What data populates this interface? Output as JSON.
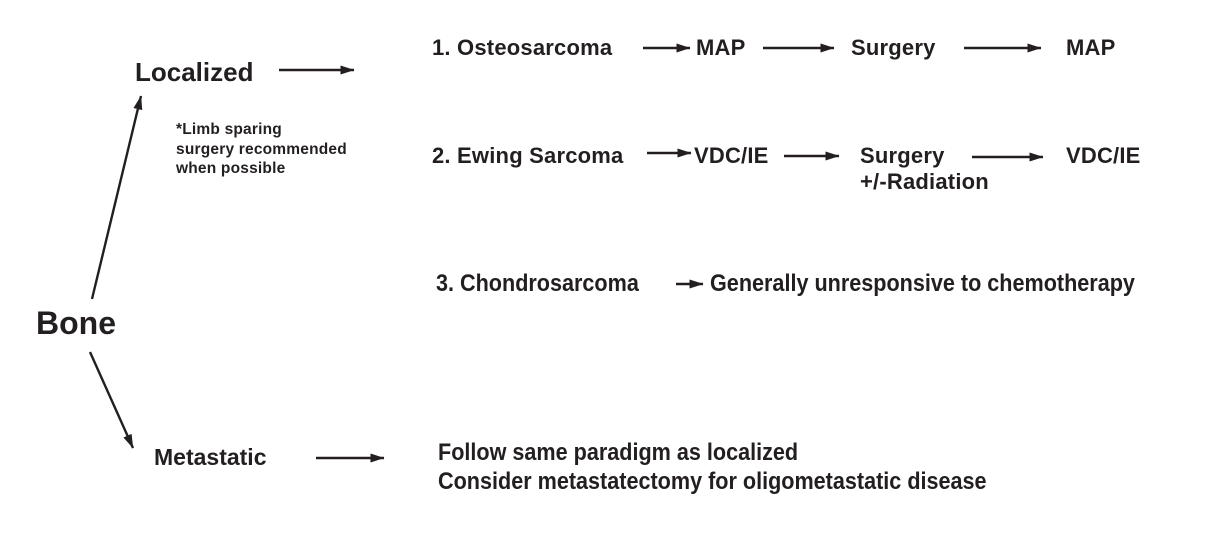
{
  "colors": {
    "text": "#231f20",
    "background": "#ffffff"
  },
  "flowchart": {
    "root_label": "Bone",
    "localized": {
      "label": "Localized",
      "note": {
        "line1": "*Limb sparing",
        "line2": "surgery recommended",
        "line3": "when possible"
      },
      "pathways": {
        "osteosarcoma": {
          "name": "1. Osteosarcoma",
          "step1": "MAP",
          "step2": "Surgery",
          "step3": "MAP"
        },
        "ewing": {
          "name": "2. Ewing Sarcoma",
          "step1": "VDC/IE",
          "step2_line1": "Surgery",
          "step2_line2": "+/-Radiation",
          "step3": "VDC/IE"
        },
        "chondrosarcoma": {
          "name": "3. Chondrosarcoma",
          "result": "Generally unresponsive to chemotherapy"
        }
      }
    },
    "metastatic": {
      "label": "Metastatic",
      "guidance_line1": "Follow same paradigm as localized",
      "guidance_line2": "Consider metastatectomy for oligometastatic disease"
    }
  }
}
